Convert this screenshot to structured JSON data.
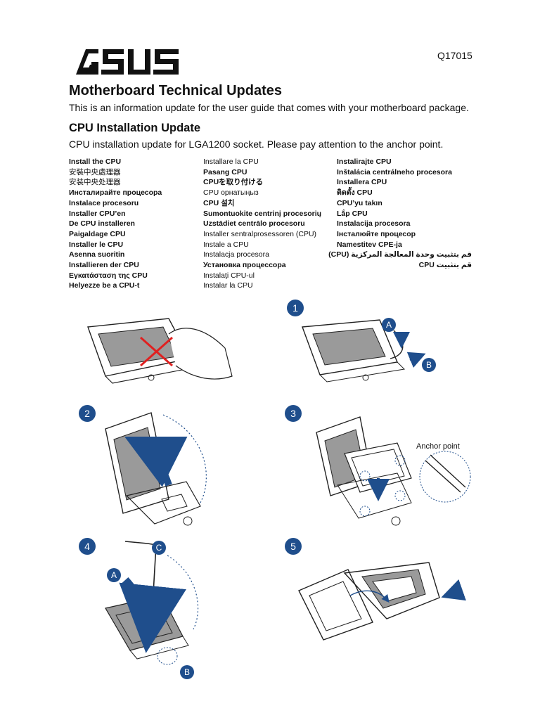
{
  "header": {
    "brand": "ASUS",
    "doc_id": "Q17015"
  },
  "title": "Motherboard Technical Updates",
  "intro": "This is an information update for the user guide that comes with your motherboard package.",
  "section": {
    "title": "CPU Installation Update",
    "description": "CPU installation update for LGA1200 socket. Please pay attention to the anchor point."
  },
  "languages": {
    "col1": [
      "Install the CPU",
      "安裝中央處理器",
      "安装中央处理器",
      "Инсталирайте процесора",
      "Instalace procesoru",
      "Installer CPU’en",
      "De CPU installeren",
      "Paigaldage CPU",
      "Installer le CPU",
      "Asenna suoritin",
      "Installieren der CPU",
      "Εγκατάσταση της CPU",
      "Helyezze be a CPU-t"
    ],
    "col2": [
      "Installare la CPU",
      "Pasang CPU",
      "CPUを取り付ける",
      "CPU орнатыңыз",
      "CPU 설치",
      "Sumontuokite centrinį procesorių",
      "Uzstādiet centrālo procesoru",
      "Installer sentralprosessoren (CPU)",
      "Instale a CPU",
      "Instalacja procesora",
      "Установка процессора",
      "Instalaţi CPU-ul",
      "Instalar la CPU"
    ],
    "col3": [
      "Instalirajte CPU",
      "Inštalácia centrálneho procesora",
      "Installera CPU",
      "ติดตั้ง CPU",
      "CPU’yu takın",
      "Lắp CPU",
      "Instalacija procesora",
      "Інсталюйте процесор",
      "Namestitev CPE-ja",
      "قم بتثبيت وحدة المعالجة المركزية (CPU)",
      "قم بتثبيت CPU"
    ]
  },
  "steps": {
    "n1": "1",
    "n2": "2",
    "n3": "3",
    "n4": "4",
    "n5": "5",
    "label_a": "A",
    "label_b": "B",
    "label_c": "C",
    "anchor_point": "Anchor point"
  },
  "colors": {
    "accent": "#1f4e8c",
    "warning": "#e02020",
    "line": "#222222",
    "fill_gray": "#9a9a9a"
  }
}
